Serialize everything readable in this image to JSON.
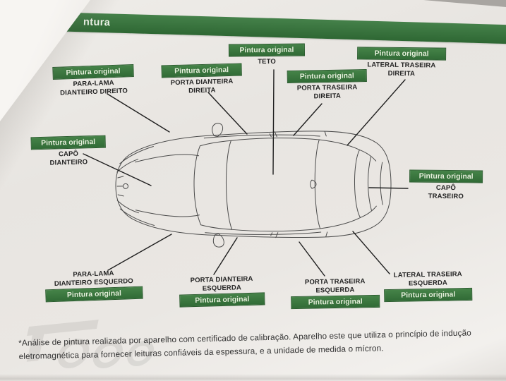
{
  "header": {
    "title": "ntura"
  },
  "colors": {
    "badge_green": "#3a7b3e",
    "bar_green": "#3c7a40",
    "page": "#eae7e3"
  },
  "labels": [
    {
      "id": "para-lama-dianteiro-direito",
      "badge": "Pintura original",
      "part": "PARA-LAMA\nDIANTEIRO DIREITO"
    },
    {
      "id": "porta-dianteira-direita",
      "badge": "Pintura original",
      "part": "PORTA DIANTEIRA\nDIREITA"
    },
    {
      "id": "teto",
      "badge": "Pintura original",
      "part": "TETO"
    },
    {
      "id": "porta-traseira-direita",
      "badge": "Pintura original",
      "part": "PORTA TRASEIRA\nDIREITA"
    },
    {
      "id": "lateral-traseira-direita",
      "badge": "Pintura original",
      "part": "LATERAL TRASEIRA\nDIREITA"
    },
    {
      "id": "capo-dianteiro",
      "badge": "Pintura original",
      "part": "CAPÔ\nDIANTEIRO"
    },
    {
      "id": "capo-traseiro",
      "badge": "Pintura original",
      "part": "CAPÔ\nTRASEIRO"
    },
    {
      "id": "para-lama-dianteiro-esquerdo",
      "badge": "Pintura original",
      "part": "PARA-LAMA\nDIANTEIRO ESQUERDO"
    },
    {
      "id": "porta-dianteira-esquerda",
      "badge": "Pintura original",
      "part": "PORTA DIANTEIRA\nESQUERDA"
    },
    {
      "id": "porta-traseira-esquerda",
      "badge": "Pintura original",
      "part": "PORTA TRASEIRA\nESQUERDA"
    },
    {
      "id": "lateral-traseira-esquerda",
      "badge": "Pintura original",
      "part": "LATERAL TRASEIRA\nESQUERDA"
    }
  ],
  "footnote": {
    "line1": "*Análise de pintura realizada por aparelho com certificado de calibração. Aparelho este que utiliza o princípio de indução",
    "line2": "eletromagnética para fornecer leituras confiáveis da espessura, e a unidade de medida o mícron."
  }
}
